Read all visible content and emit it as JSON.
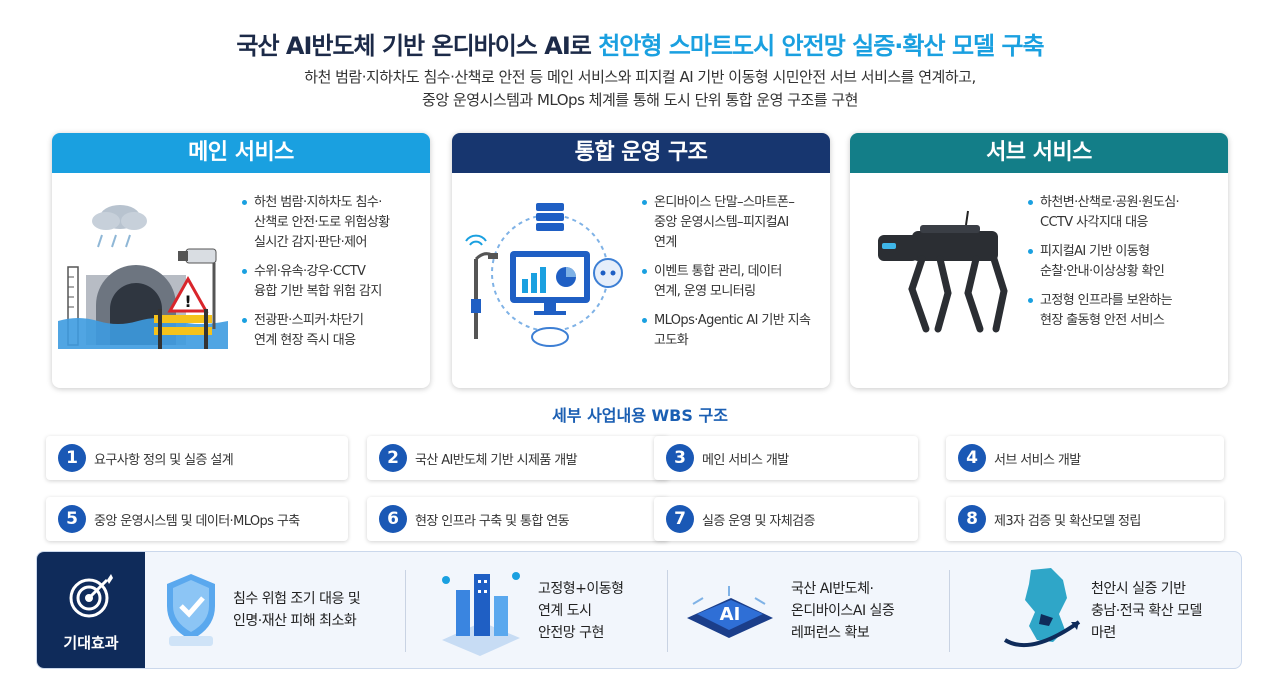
{
  "header": {
    "title_part1": "국산 AI반도체 기반 온디바이스 AI로",
    "title_part2": "천안형 스마트도시 안전망 실증·확산 모델 구축",
    "subtitle_line1": "하천 범람·지하차도 침수·산책로 안전 등 메인 서비스와 피지컬 AI 기반 이동형 시민안전 서브 서비스를 연계하고,",
    "subtitle_line2": "중앙 운영시스템과 MLOps 체계를 통해 도시 단위 통합 운영 구조를 구현"
  },
  "cards": {
    "main": {
      "title": "메인 서비스",
      "color": "#1aa0e0",
      "bullets": [
        "하천 범람·지하차도 침수·\n산책로 안전·도로 위험상황\n실시간 감지·판단·제어",
        "수위·유속·강우·CCTV\n융합 기반 복합 위험 감지",
        "전광판·스피커·차단기\n연계 현장 즉시 대응"
      ]
    },
    "ops": {
      "title": "통합 운영 구조",
      "color": "#17366f",
      "bullets": [
        "온디바이스 단말–스마트폰–\n중앙 운영시스템–피지컬AI\n연계",
        "이벤트 통합 관리, 데이터\n연계, 운영 모니터링",
        "MLOps·Agentic AI 기반 지속\n고도화"
      ]
    },
    "sub": {
      "title": "서브 서비스",
      "color": "#137e88",
      "bullets": [
        "하천변·산책로·공원·원도심·\nCCTV 사각지대 대응",
        "피지컬AI 기반 이동형\n순찰·안내·이상상황 확인",
        "고정형 인프라를 보완하는\n현장 출동형 안전 서비스"
      ]
    }
  },
  "wbs": {
    "title": "세부 사업내용 WBS 구조",
    "items": [
      {
        "num": "1",
        "label": "요구사항 정의 및 실증 설계"
      },
      {
        "num": "2",
        "label": "국산 AI반도체 기반 시제품 개발"
      },
      {
        "num": "3",
        "label": "메인 서비스 개발"
      },
      {
        "num": "4",
        "label": "서브 서비스 개발"
      },
      {
        "num": "5",
        "label": "중앙 운영시스템 및 데이터·MLOps 구축"
      },
      {
        "num": "6",
        "label": "현장 인프라 구축 및 통합 연동"
      },
      {
        "num": "7",
        "label": "실증 운영 및 자체검증"
      },
      {
        "num": "8",
        "label": "제3자 검증 및 확산모델 정립"
      }
    ]
  },
  "effects": {
    "label": "기대효과",
    "items": [
      {
        "text": "침수 위험 조기 대응 및\n인명·재산 피해 최소화",
        "icon": "shield-check-icon"
      },
      {
        "text": "고정형+이동형\n연계 도시\n안전망 구현",
        "icon": "smart-city-icon"
      },
      {
        "text": "국산 AI반도체·\n온디바이스AI 실증\n레퍼런스 확보",
        "icon": "ai-chip-icon"
      },
      {
        "text": "천안시 실증 기반\n충남·전국 확산 모델\n마련",
        "icon": "korea-map-icon"
      }
    ]
  }
}
